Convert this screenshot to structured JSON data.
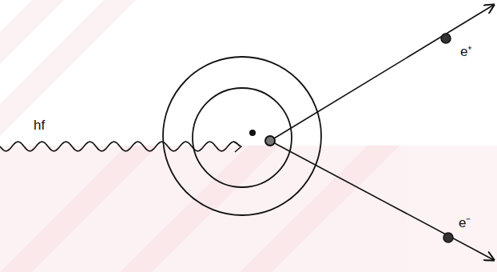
{
  "diagram": {
    "labels": [
      "hf",
      "e⁺",
      "e⁻"
    ]
  }
}
